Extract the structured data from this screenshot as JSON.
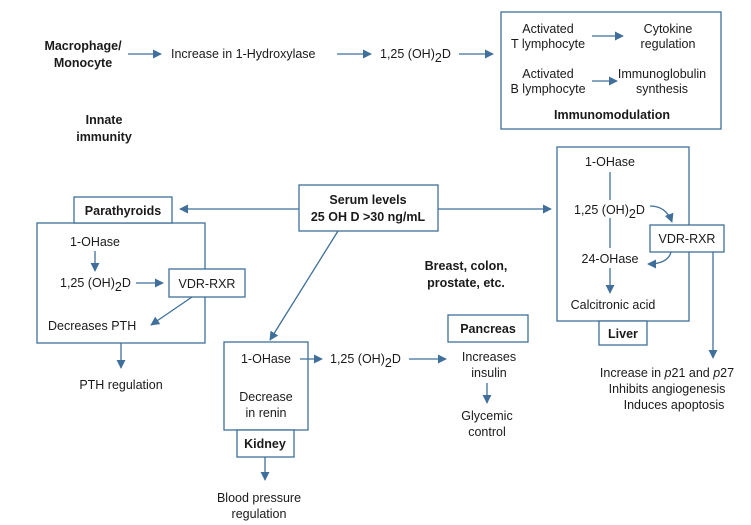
{
  "macrophage": [
    "Macrophage/",
    "Monocyte"
  ],
  "hydroxylase": "Increase in 1-Hydroxylase",
  "oh_prefix": "1,25 (OH)",
  "oh_sub": "2",
  "oh_suffix": "D",
  "immuno": {
    "t_cell": [
      "Activated",
      "T lymphocyte"
    ],
    "cytokine": [
      "Cytokine",
      "regulation"
    ],
    "b_cell": [
      "Activated",
      "B lymphocyte"
    ],
    "immunoglobulin": [
      "Immunoglobulin",
      "synthesis"
    ],
    "title": "Immunomodulation"
  },
  "innate": [
    "Innate",
    "immunity"
  ],
  "serum": [
    "Serum levels",
    "25 OH D >30 ng/mL"
  ],
  "parathyroid": {
    "title": "Parathyroids",
    "ohase": "1-OHase",
    "vdr": "VDR-RXR",
    "decrease": "Decreases PTH",
    "regulation": "PTH regulation"
  },
  "liver": {
    "ohase": "1-OHase",
    "vdr": "VDR-RXR",
    "ohase24": "24-OHase",
    "acid": "Calcitronic acid",
    "title": "Liver",
    "effects": {
      "line1_a": "Increase in ",
      "line1_p21": "p",
      "line1_b": "21 and ",
      "line1_p27": "p",
      "line1_c": "27",
      "line2": "Inhibits angiogenesis",
      "line3": "Induces apoptosis"
    }
  },
  "cancers": [
    "Breast, colon,",
    "prostate, etc."
  ],
  "pancreas": {
    "title": "Pancreas",
    "increases": [
      "Increases",
      "insulin"
    ],
    "glycemic": [
      "Glycemic",
      "control"
    ]
  },
  "kidney": {
    "ohase": "1-OHase",
    "renin": [
      "Decrease",
      "in renin"
    ],
    "title": "Kidney",
    "bp": [
      "Blood pressure",
      "regulation"
    ]
  }
}
